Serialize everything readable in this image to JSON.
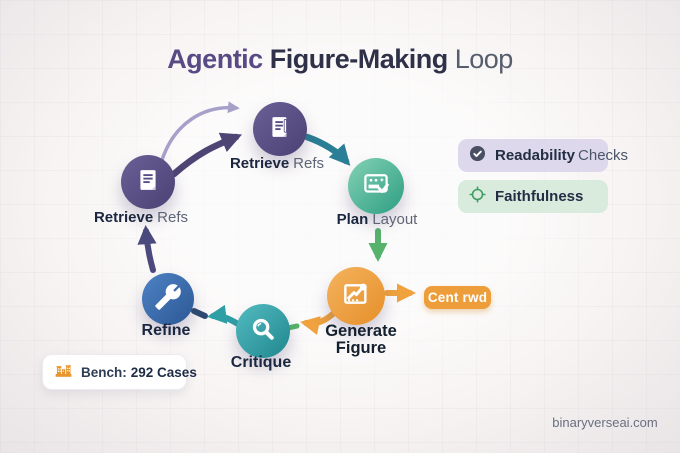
{
  "title": {
    "word1": "Agentic",
    "word2": "Figure-Making",
    "word3": "Loop"
  },
  "loop": {
    "nodes": [
      {
        "id": "retrieve-refs-top",
        "label_bold": "Retrieve",
        "label_light": "Refs",
        "color": "#564C82",
        "icon": "document-icon"
      },
      {
        "id": "retrieve-refs-left",
        "label_bold": "Retrieve",
        "label_light": "Refs",
        "color": "#564C82",
        "icon": "document-icon"
      },
      {
        "id": "plan-layout",
        "label_bold": "Plan",
        "label_light": "Layout",
        "color": "#3AA58A",
        "icon": "layout-check-icon"
      },
      {
        "id": "generate-figure",
        "label_line1": "Generate",
        "label_line2": "Figure",
        "color": "#EDA03E",
        "icon": "chart-icon"
      },
      {
        "id": "critique",
        "label_bold": "Critique",
        "label_light": "",
        "color": "#2F9FA6",
        "icon": "magnifier-icon"
      },
      {
        "id": "refine",
        "label_bold": "Refine",
        "label_light": "",
        "color": "#3A68A8",
        "icon": "wrench-icon"
      }
    ]
  },
  "checks": {
    "readability": {
      "label_bold": "Readability",
      "label_light": "Checks",
      "bg": "#DDD8EB",
      "icon": "check-circle-icon"
    },
    "faithfulness": {
      "label": "Faithfulness",
      "bg": "#D8EBDC",
      "icon": "target-icon"
    }
  },
  "reward_badge": {
    "label": "Cent rwd",
    "bg": "#ED9E3B"
  },
  "bench_badge": {
    "prefix": "Bench:",
    "value": "292 Cases",
    "icon": "bench-icon"
  },
  "watermark": "binaryverseai.com",
  "arrow_colors": {
    "lavender": "#a7a1c9",
    "purple": "#4e4574",
    "teal_dark": "#2a7e95",
    "green": "#57b26b",
    "orange": "#efa23e",
    "teal": "#2f9fa6",
    "indigo": "#4c4a7c"
  }
}
